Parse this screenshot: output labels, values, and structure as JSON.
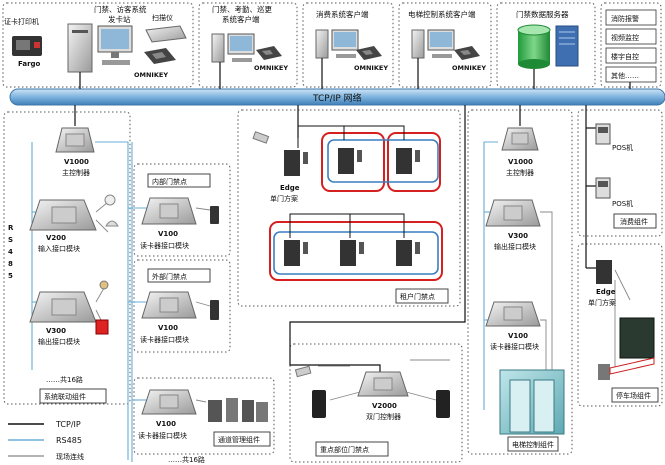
{
  "top": {
    "card_printer": "证卡打印机",
    "fargo": "Fargo",
    "issuing_station": [
      "门禁、访客系统",
      "发卡站"
    ],
    "scanner": "扫描仪",
    "omnikey_1": "OMNIKEY",
    "attendance_client": [
      "门禁、考勤、巡更",
      "系统客户端"
    ],
    "omnikey_2": "OMNIKEY",
    "consumption_client": "消费系统客户端",
    "omnikey_3": "OMNIKEY",
    "elevator_client": "电梯控制系统客户端",
    "omnikey_4": "OMNIKEY",
    "data_server": "门禁数据服务器",
    "integrations": [
      "消防报警",
      "视频监控",
      "楼宇自控",
      "其他……"
    ]
  },
  "network_bar": "TCP/IP  网络",
  "linkage": {
    "v1000": "V1000",
    "main_controller": "主控制器",
    "rs485_letters": [
      "R",
      "S",
      "4",
      "8",
      "5"
    ],
    "v200": "V200",
    "input_module": "输入接口模块",
    "v300": "V300",
    "output_module": "输出接口模块",
    "count": "……共16路",
    "group_label": "系统联动组件"
  },
  "readers": {
    "inner_door": "内部门禁点",
    "v100_a": "V100",
    "reader_module_a": "读卡器接口模块",
    "outer_door": "外部门禁点",
    "v100_b": "V100",
    "reader_module_b": "读卡器接口模块",
    "v100_c": "V100",
    "reader_module_c": "读卡器接口模块",
    "count": "……共16路",
    "channel_group": "通道管理组件"
  },
  "tenant": {
    "edge": "Edge",
    "single_door": "单门方案",
    "group_label": "租户门禁点"
  },
  "key_area": {
    "v2000": "V2000",
    "dual_controller": "双门控制器",
    "group_label": "重点部位门禁点"
  },
  "elevator": {
    "v1000": "V1000",
    "main_controller": "主控制器",
    "v300": "V300",
    "output_module": "输出接口模块",
    "v100": "V100",
    "reader_module": "读卡器接口模块",
    "group_label": "电梯控制组件"
  },
  "pos": {
    "pos1": "POS机",
    "pos2": "POS机",
    "group_label": "消费组件"
  },
  "parking": {
    "edge": "Edge",
    "single_door": "单门方案",
    "group_label": "停车场组件"
  },
  "legend": {
    "tcpip": "TCP/IP",
    "rs485": "RS485",
    "field": "现场连线"
  },
  "colors": {
    "network_bar": "#7db3de",
    "tcpip_line": "#111111",
    "rs485_line": "#6aaed6",
    "field_line": "#888888",
    "tenant_outline": "#d62020",
    "tenant_inner": "#3a7fc1"
  }
}
